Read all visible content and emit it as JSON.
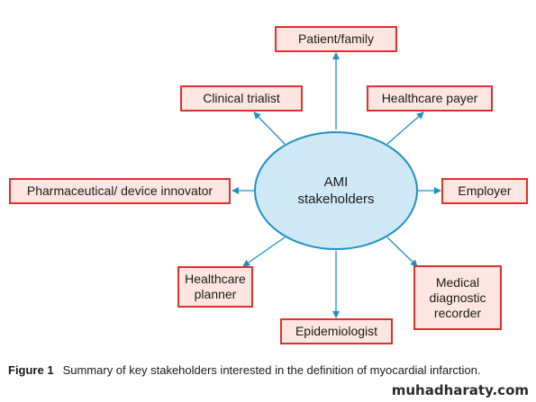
{
  "diagram": {
    "center": {
      "label": "AMI\nstakeholders"
    },
    "nodes": [
      {
        "id": "patient-family",
        "label": "Patient/family"
      },
      {
        "id": "clinical-trialist",
        "label": "Clinical trialist"
      },
      {
        "id": "healthcare-payer",
        "label": "Healthcare payer"
      },
      {
        "id": "pharmaceutical-device-innovator",
        "label": "Pharmaceutical/ device innovator"
      },
      {
        "id": "employer",
        "label": "Employer"
      },
      {
        "id": "healthcare-planner",
        "label": "Healthcare\nplanner"
      },
      {
        "id": "medical-diagnostic-recorder",
        "label": "Medical\ndiagnostic\nrecorder"
      },
      {
        "id": "epidemiologist",
        "label": "Epidemiologist"
      }
    ],
    "colors": {
      "ellipse_fill": "#cfe8f6",
      "ellipse_stroke": "#1f8fc4",
      "box_fill": "#fde6e1",
      "box_stroke": "#e0302a",
      "arrow": "#1f8fc4"
    }
  },
  "caption": {
    "label": "Figure 1",
    "text": "Summary of key stakeholders interested in the definition of myocardial infarction."
  },
  "watermark": "muhadharaty.com"
}
